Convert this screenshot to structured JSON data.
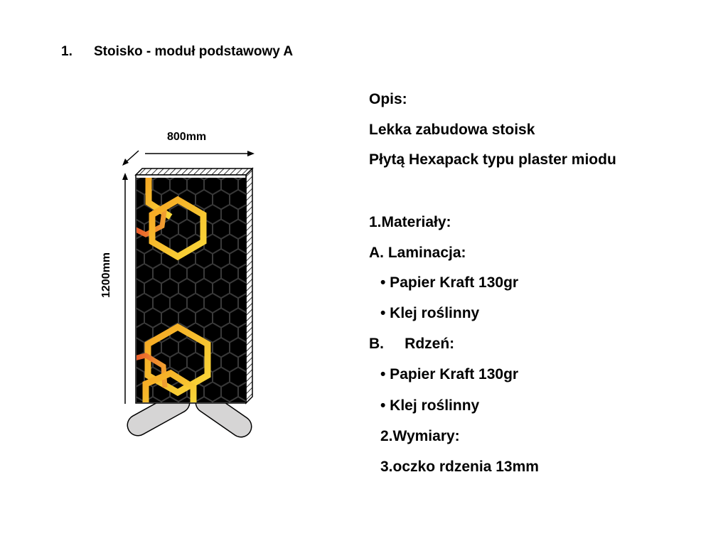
{
  "heading": {
    "number": "1.",
    "text": "Stoisko - moduł podstawowy A"
  },
  "illustration": {
    "width_label": "800mm",
    "height_label": "1200mm"
  },
  "description": {
    "lines": [
      "Opis:",
      "Lekka zabudowa stoisk",
      "Płytą Hexapack typu plaster miodu",
      "1.Materiały:",
      "A.  Laminacja:",
      "• Papier Kraft 130gr",
      "• Klej roślinny",
      "B.     Rdzeń:",
      "• Papier Kraft 130gr",
      "• Klej roślinny",
      "2.Wymiary:",
      "3.oczko rdzenia 13mm"
    ]
  }
}
